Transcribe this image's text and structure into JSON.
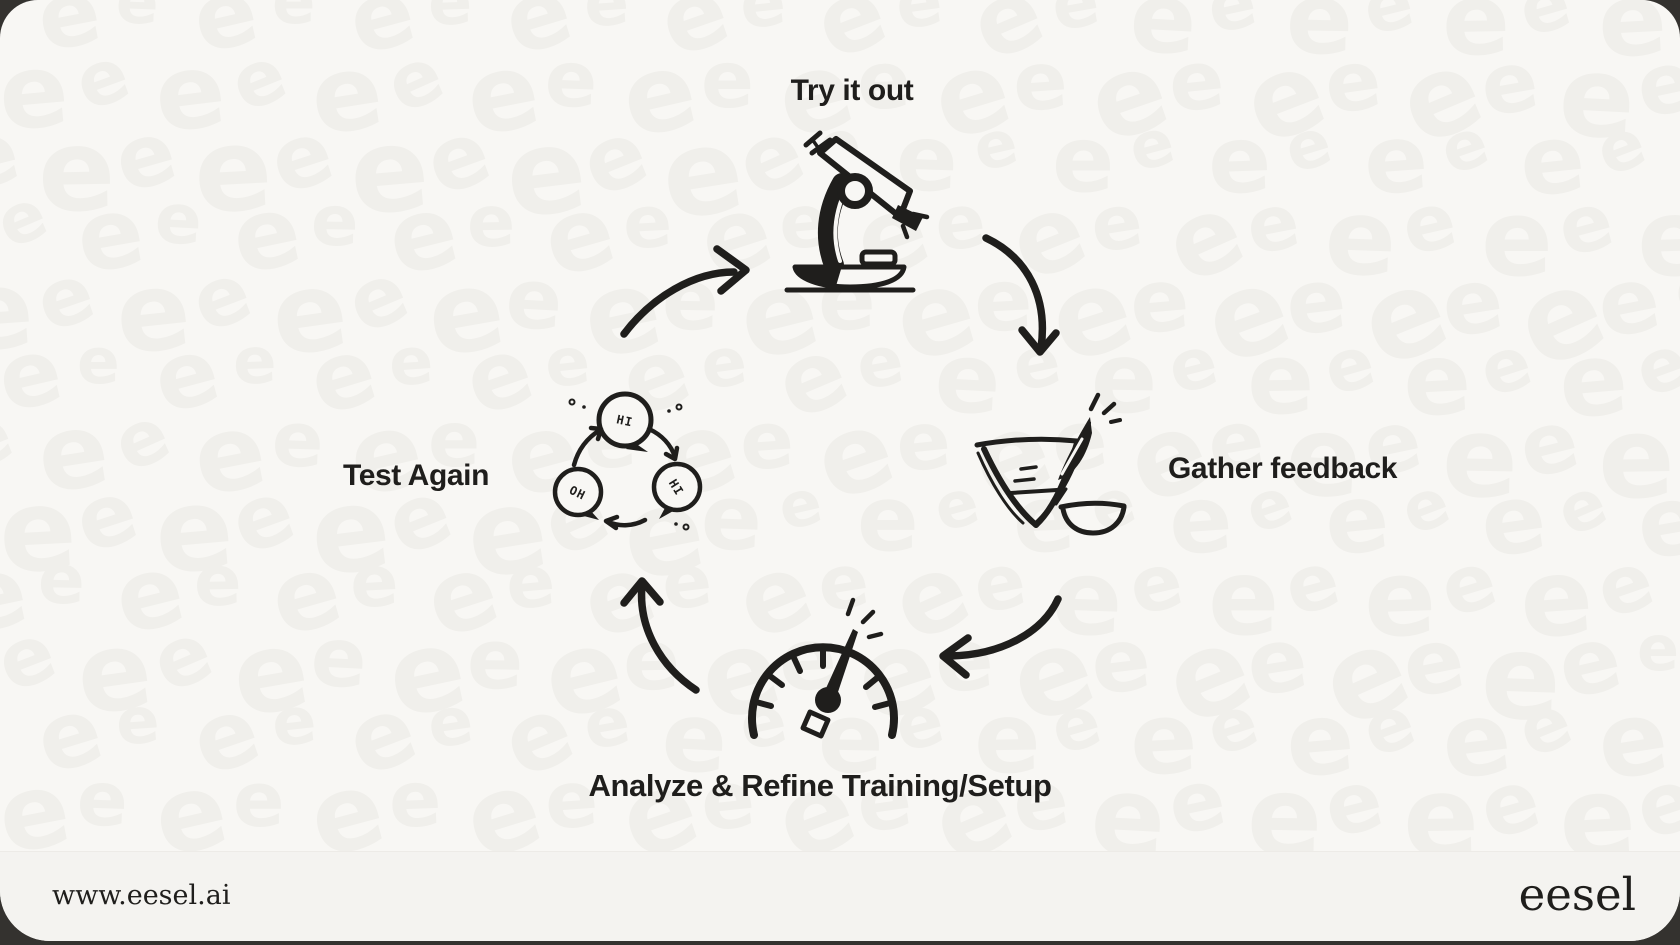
{
  "cycle": {
    "steps": [
      {
        "label": "Try it out",
        "icon": "microscope-icon",
        "position": "top"
      },
      {
        "label": "Gather feedback",
        "icon": "quill-paper-icon",
        "position": "right"
      },
      {
        "label": "Analyze & Refine Training/Setup",
        "icon": "gauge-icon",
        "position": "bottom"
      },
      {
        "label": "Test Again",
        "icon": "chat-bubbles-icon",
        "position": "left"
      }
    ],
    "bubble_texts": [
      "HI",
      "HI",
      "OH"
    ]
  },
  "footer": {
    "website": "www.eesel.ai",
    "logo": "eesel"
  },
  "background": {
    "watermark_char": "e"
  },
  "colors": {
    "ink": "#1f1e1c",
    "canvas": "#f8f7f4",
    "footer_bg": "#f4f3f0",
    "watermark": "#f0efeb",
    "edge": "#34322f"
  }
}
